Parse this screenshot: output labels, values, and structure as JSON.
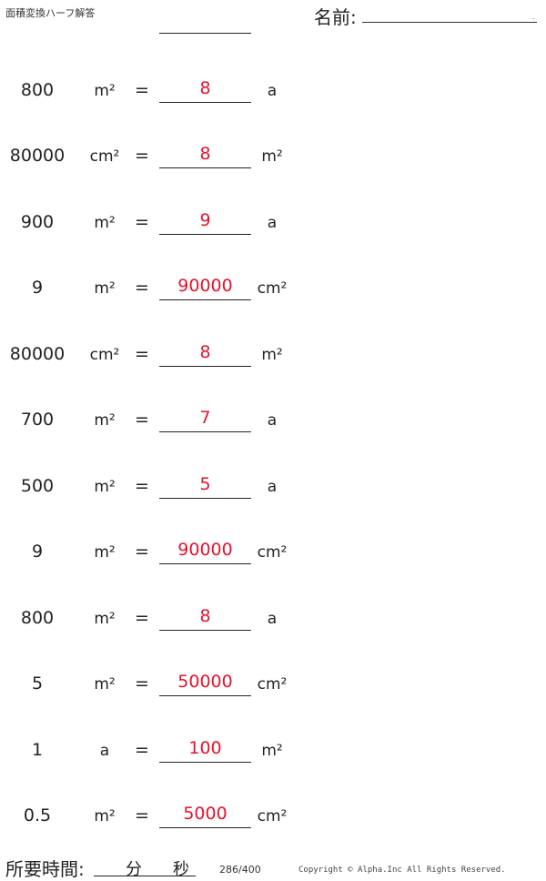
{
  "header": {
    "title": "面積変換ハーフ解答",
    "name_label": "名前:",
    "name_dot": "."
  },
  "problems": [
    {
      "value": "800",
      "from_unit": "m²",
      "equals": "=",
      "answer": "8",
      "to_unit": "a"
    },
    {
      "value": "80000",
      "from_unit": "cm²",
      "equals": "=",
      "answer": "8",
      "to_unit": "m²"
    },
    {
      "value": "900",
      "from_unit": "m²",
      "equals": "=",
      "answer": "9",
      "to_unit": "a"
    },
    {
      "value": "9",
      "from_unit": "m²",
      "equals": "=",
      "answer": "90000",
      "to_unit": "cm²"
    },
    {
      "value": "80000",
      "from_unit": "cm²",
      "equals": "=",
      "answer": "8",
      "to_unit": "m²"
    },
    {
      "value": "700",
      "from_unit": "m²",
      "equals": "=",
      "answer": "7",
      "to_unit": "a"
    },
    {
      "value": "500",
      "from_unit": "m²",
      "equals": "=",
      "answer": "5",
      "to_unit": "a"
    },
    {
      "value": "9",
      "from_unit": "m²",
      "equals": "=",
      "answer": "90000",
      "to_unit": "cm²"
    },
    {
      "value": "800",
      "from_unit": "m²",
      "equals": "=",
      "answer": "8",
      "to_unit": "a"
    },
    {
      "value": "5",
      "from_unit": "m²",
      "equals": "=",
      "answer": "50000",
      "to_unit": "cm²"
    },
    {
      "value": "1",
      "from_unit": "a",
      "equals": "=",
      "answer": "100",
      "to_unit": "m²"
    },
    {
      "value": "0.5",
      "from_unit": "m²",
      "equals": "=",
      "answer": "5000",
      "to_unit": "cm²"
    }
  ],
  "footer": {
    "time_label": "所要時間:",
    "minutes_label": "分",
    "seconds_label": "秒",
    "page": "286/400",
    "copyright": "Copyright © Alpha.Inc All Rights Reserved."
  },
  "colors": {
    "answer": "#e8112d",
    "text": "#222222"
  }
}
